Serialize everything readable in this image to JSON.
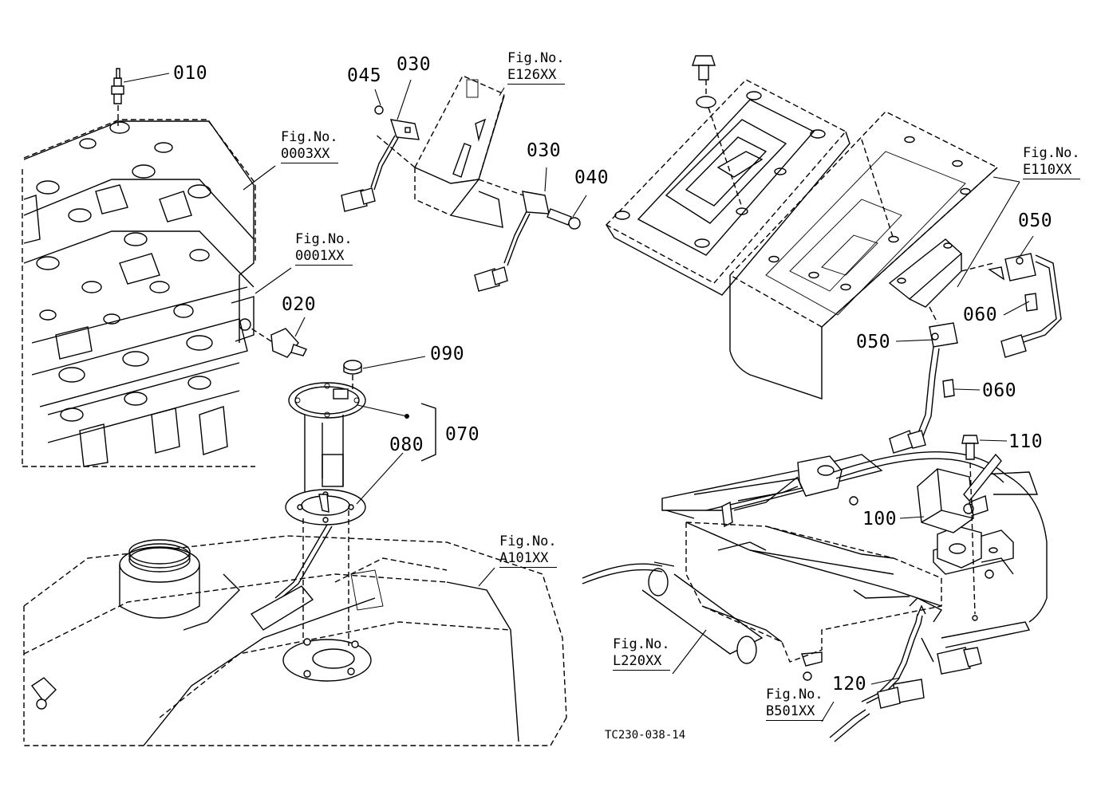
{
  "part_labels": {
    "p010": "010",
    "p020": "020",
    "p030a": "030",
    "p030b": "030",
    "p040": "040",
    "p045": "045",
    "p050a": "050",
    "p050b": "050",
    "p060a": "060",
    "p060b": "060",
    "p070": "070",
    "p080": "080",
    "p090": "090",
    "p100": "100",
    "p110": "110",
    "p120": "120"
  },
  "figure_refs": {
    "f0003": {
      "label": "Fig.No.",
      "number": "0003XX"
    },
    "f0001": {
      "label": "Fig.No.",
      "number": "0001XX"
    },
    "fE126": {
      "label": "Fig.No.",
      "number": "E126XX"
    },
    "fE110": {
      "label": "Fig.No.",
      "number": "E110XX"
    },
    "fA101": {
      "label": "Fig.No.",
      "number": "A101XX"
    },
    "fL220": {
      "label": "Fig.No.",
      "number": "L220XX"
    },
    "fB501": {
      "label": "Fig.No.",
      "number": "B501XX"
    }
  },
  "drawing_code": "TC230-038-14"
}
